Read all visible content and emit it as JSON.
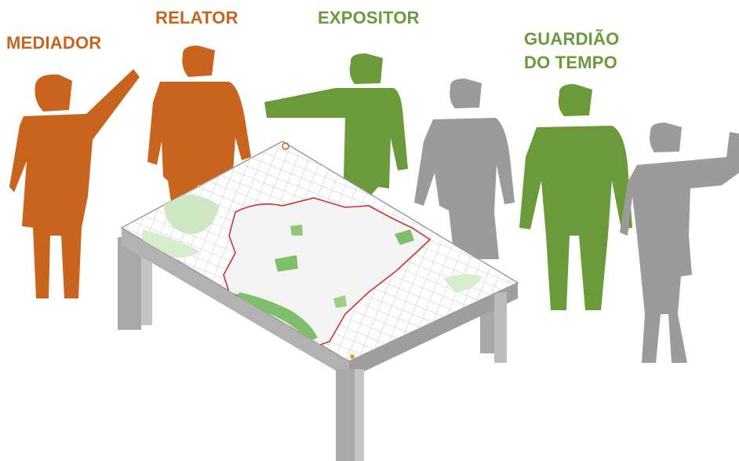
{
  "roles": {
    "mediador": {
      "label": "MEDIADOR",
      "color": "#c8641e"
    },
    "relator": {
      "label": "RELATOR",
      "color": "#c8641e"
    },
    "expositor": {
      "label": "EXPOSITOR",
      "color": "#6a9a3a"
    },
    "guardiao": {
      "label_line1": "GUARDIÃO",
      "label_line2": "DO TEMPO",
      "color": "#6a9a3a"
    }
  },
  "participants": {
    "color": "#9b9b9b"
  },
  "table": {
    "leg_color": "#a9a9a9",
    "map_border_color": "#cc3333",
    "map_green": "#7fbf6a"
  }
}
